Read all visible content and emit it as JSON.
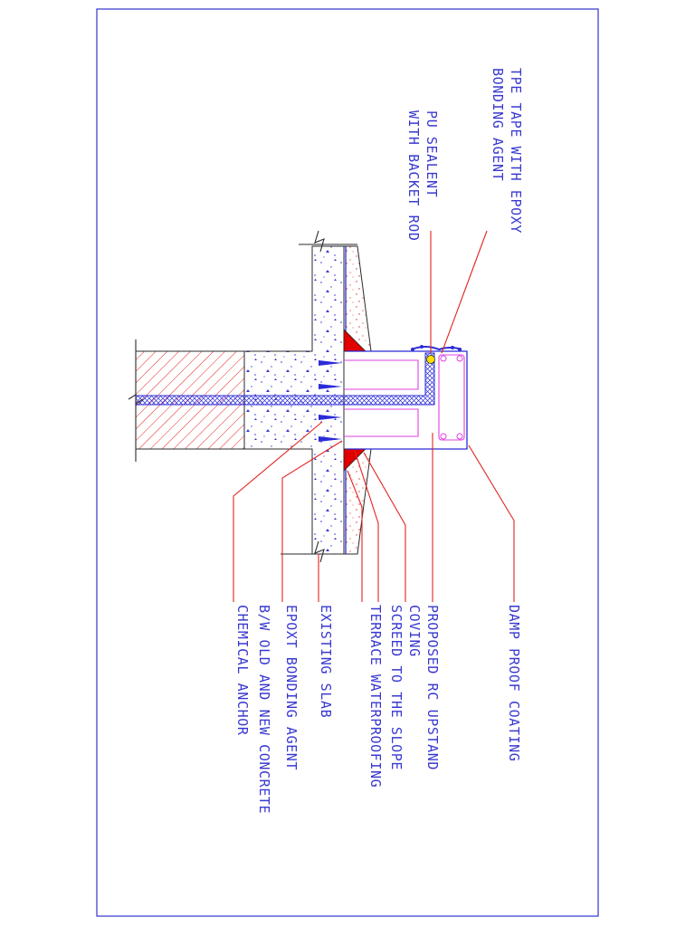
{
  "title": "",
  "colors": {
    "frame": "#3333cc",
    "label_text": "#3838d0",
    "leader": "#e3231f",
    "waterproofing": "#2b2bd8",
    "rebar": "#e040e0",
    "coving": "#e00000",
    "sealant": "#ffe000"
  },
  "labels": {
    "tpe_tape_1": "TPE TAPE WITH EPOXY",
    "tpe_tape_2": "BONDING AGENT",
    "pu_sealent_1": "PU SEALENT",
    "pu_sealent_2": "WITH BACKET ROD",
    "damp_proof": "DAMP PROOF COATING",
    "rc_upstand": "PROPOSED RC UPSTAND",
    "coving": "COVING",
    "screed": "SCREED TO THE SLOPE",
    "terrace_wp": "TERRACE WATERPROOFING",
    "existing_slab": "EXISTING SLAB",
    "epoxy_1": "EPOXT BONDING AGENT",
    "epoxy_2": "B/W OLD AND NEW CONCRETE",
    "anchor": "CHEMICAL ANCHOR"
  }
}
